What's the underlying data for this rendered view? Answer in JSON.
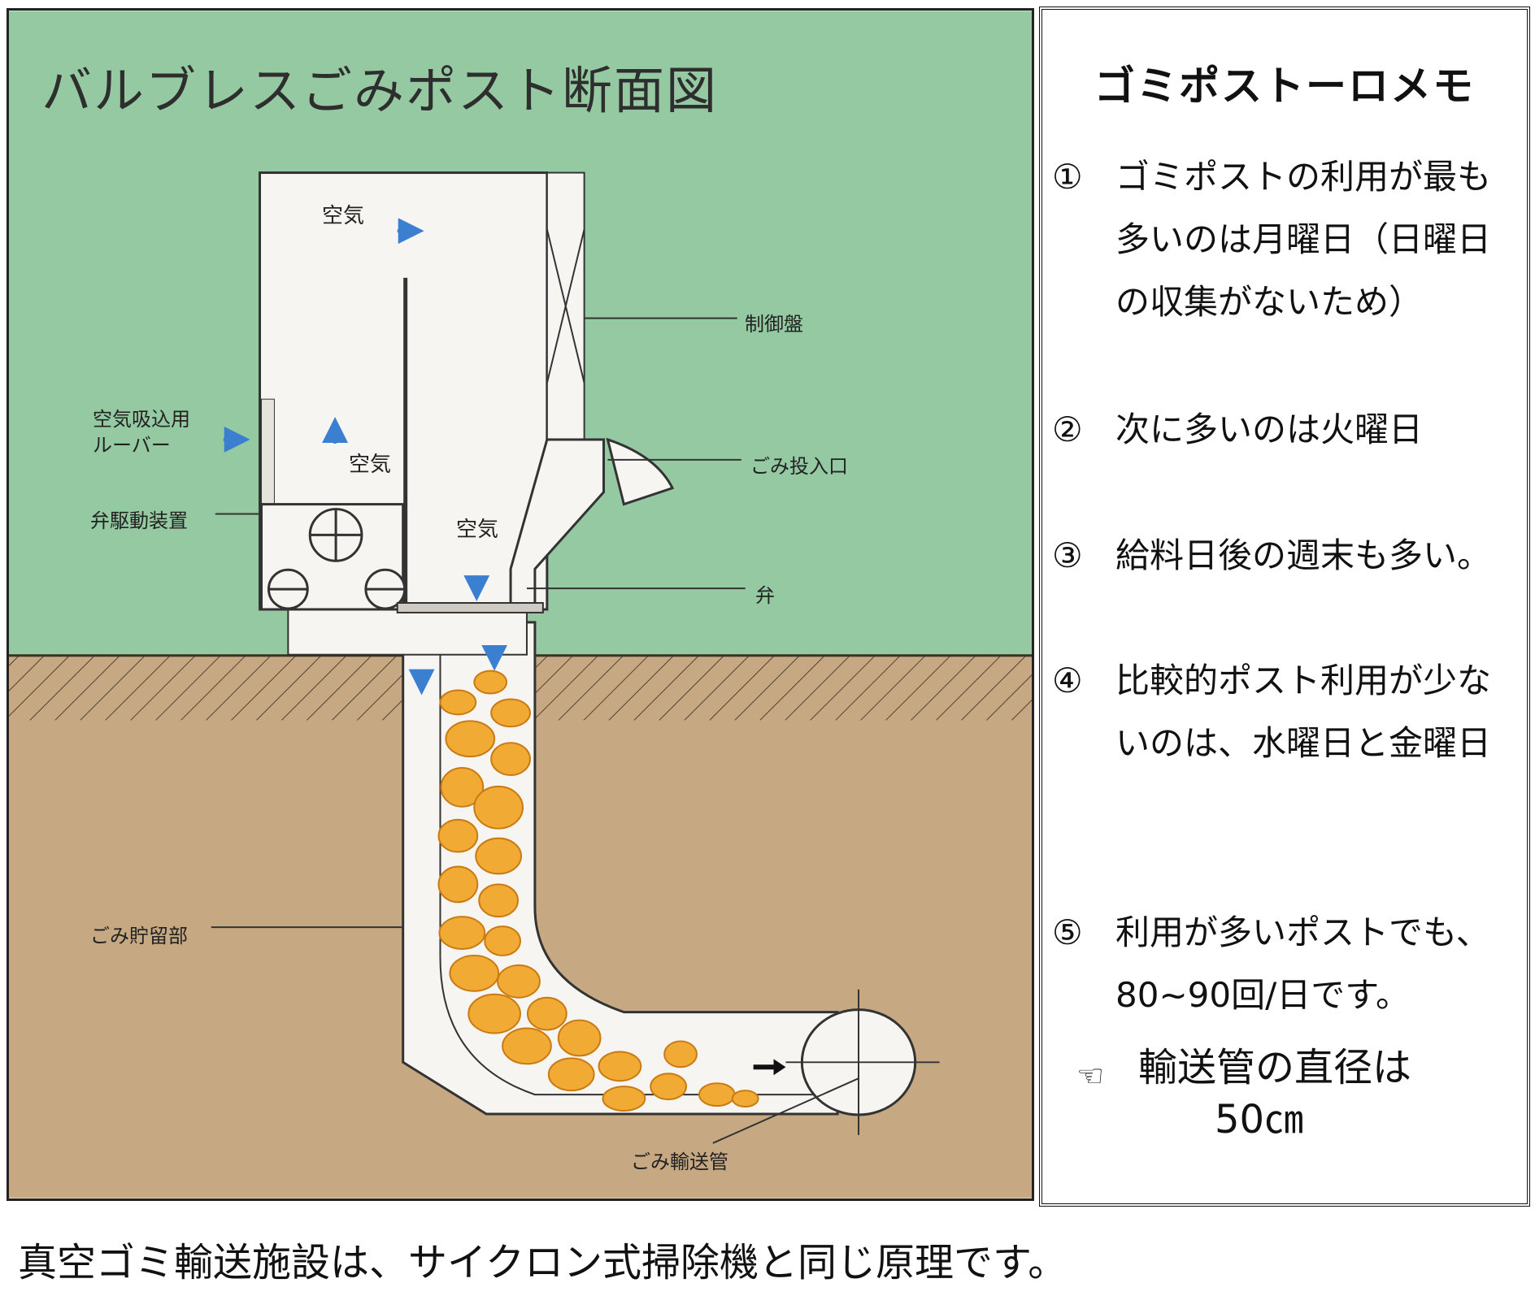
{
  "diagram": {
    "title": "バルブレスごみポスト断面図",
    "labels": {
      "air_top": "空気",
      "air_left": "空気",
      "air_center": "空気",
      "control_panel": "制御盤",
      "louver_line1": "空気吸込用",
      "louver_line2": "ルーバー",
      "inlet": "ごみ投入口",
      "valve_drive": "弁駆動装置",
      "valve": "弁",
      "storage": "ごみ貯留部",
      "transport_pipe": "ごみ輸送管"
    },
    "colors": {
      "sky": "#95c9a2",
      "ground": "#c6a882",
      "garbage": "#f1aa33",
      "garbage_edge": "#c97a12",
      "structure": "#f7f5f2"
    }
  },
  "memo": {
    "title": "ゴミポストーロメモ",
    "items": [
      {
        "num": "①",
        "text": "ゴミポストの利用が最も多いのは月曜日（日曜日の収集がないため）"
      },
      {
        "num": "②",
        "text": "次に多いのは火曜日"
      },
      {
        "num": "③",
        "text": "給料日後の週末も多い。"
      },
      {
        "num": "④",
        "text": "比較的ポスト利用が少ないのは、水曜日と金曜日"
      },
      {
        "num": "⑤",
        "text": "利用が多いポストでも、80~90回/日です。"
      }
    ],
    "pipe_icon": "pointing-hand-icon",
    "pipe_text": "輸送管の直径は",
    "pipe_value": "50㎝"
  },
  "caption": "真空ゴミ輸送施設は、サイクロン式掃除機と同じ原理です。"
}
